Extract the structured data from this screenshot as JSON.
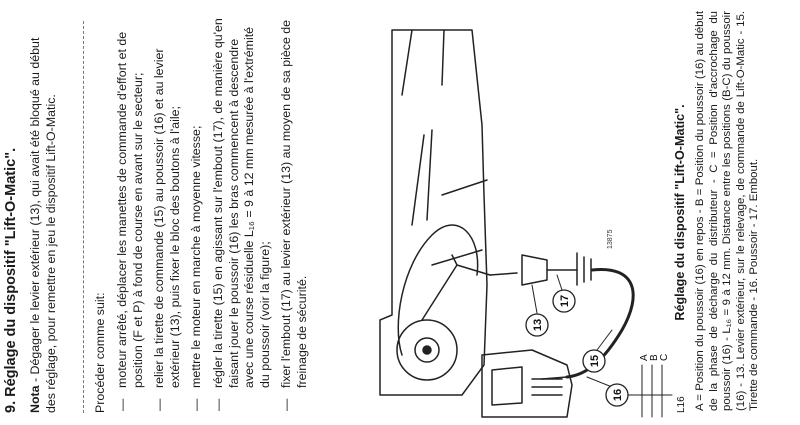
{
  "section_title": "9. Réglage du dispositif \"Lift-O-Matic\".",
  "note": {
    "label": "Nota",
    "text": " - Dégager le levier extérieur (13), qui avait été bloqué au début des réglage, pour remettre en jeu le dispositif Lift-O-Matic."
  },
  "procedure_intro": "Procéder comme suit:",
  "steps": [
    "moteur arrêté, déplacer les manettes de commande d'effort et de position (F et P) à fond de course en avant sur le secteur;",
    "relier la tirette de commande (15) au poussoir (16) et au levier extérieur (13), puis fixer le bloc des boutons à l'aile;",
    "mettre le moteur en marche à moyenne vitesse;",
    "régler la tirette (15) en agissant sur l'embout (17), de manière qu'en faisant jouer le poussoir (16) les bras commencent à descendre avec une course résiduelle L₁₆ = 9 à 12 mm mesurée à l'extrémité du poussoir (voir la figure);",
    "fixer l'embout (17) au levier extérieur (13) au moyen de sa pièce de freinage de sécurité."
  ],
  "step_dash": "—",
  "figure": {
    "callouts": [
      "13",
      "17",
      "15",
      "16"
    ],
    "dimension_label": "L16",
    "point_labels": [
      "A",
      "B",
      "C"
    ],
    "drawing_number": "13875"
  },
  "caption": {
    "title": "Réglage du dispositif \"Lift-O-Matic\".",
    "text": "A = Position du poussoir (16) en repos - B = Position du poussoir (16) au début de la phase de décharge du distributeur - C = Position d'accrochage du poussoir (16) - L₁₆ = 9 à 12 mm. Distance entre les positions (B-C) du poussoir (16) - 13. Levier extérieur, sur le relevage, de commande de Lift-O-Matic - 15. Tirette de commande - 16. Poussoir - 17. Embout."
  }
}
